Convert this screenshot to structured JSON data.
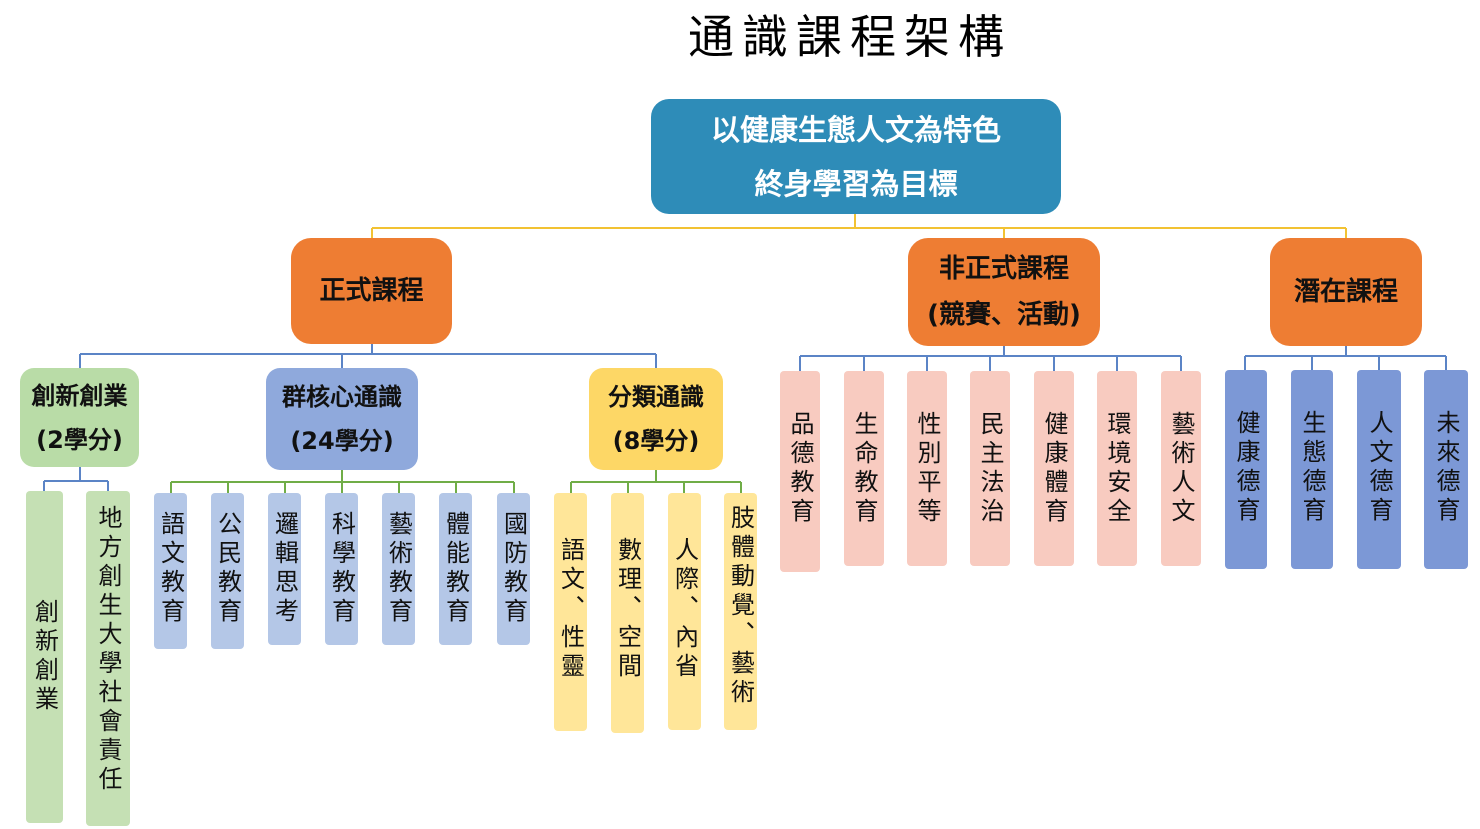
{
  "title": "通識課程架構",
  "root": {
    "line1": "以健康生態人文為特色",
    "line2": "終身學習為目標"
  },
  "formal": {
    "label": "正式課程",
    "groups": [
      {
        "line1": "創新創業",
        "line2": "(2學分)",
        "items": [
          "創新創業",
          "地方創生大學社會責任"
        ]
      },
      {
        "line1": "群核心通識",
        "line2": "(24學分)",
        "items": [
          "語文教育",
          "公民教育",
          "邏輯思考",
          "科學教育",
          "藝術教育",
          "體能教育",
          "國防教育"
        ]
      },
      {
        "line1": "分類通識",
        "line2": "(8學分)",
        "items": [
          "語文、性靈",
          "數理、空間",
          "人際、內省",
          "肢體動覺、藝術"
        ]
      }
    ]
  },
  "informal": {
    "line1": "非正式課程",
    "line2": "(競賽、活動)",
    "items": [
      "品德教育",
      "生命教育",
      "性別平等",
      "民主法治",
      "健康體育",
      "環境安全",
      "藝術人文"
    ]
  },
  "latent": {
    "label": "潛在課程",
    "items": [
      "健康德育",
      "生態德育",
      "人文德育",
      "未來德育"
    ]
  },
  "colors": {
    "root": "#2e8cb8",
    "level1": "#ee7d33",
    "innovation": "#c5e0b4",
    "core": "#b4c7e7",
    "category": "#ffe699",
    "informal_items": "#f8cbc0",
    "latent_items": "#7c98d6",
    "connector_gold": "#f2c233",
    "connector_blue": "#5b84c6",
    "connector_green": "#70ad47"
  }
}
